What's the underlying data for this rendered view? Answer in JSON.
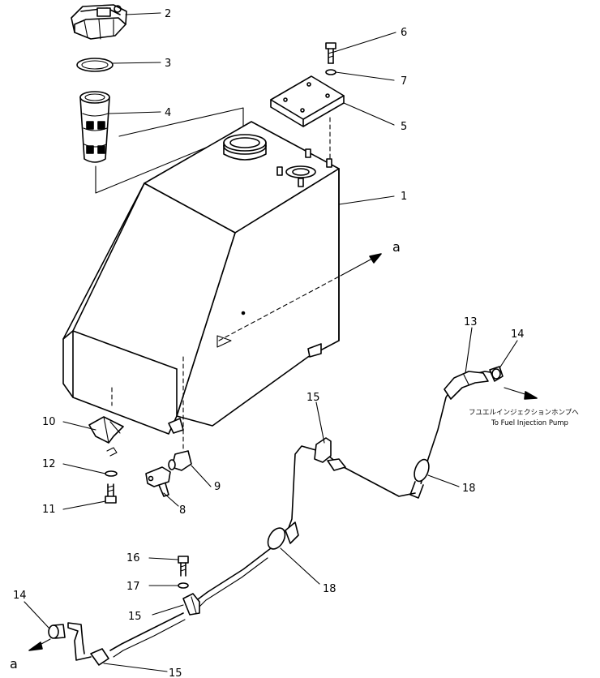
{
  "callouts": {
    "c1": "1",
    "c2": "2",
    "c3": "3",
    "c4": "4",
    "c5": "5",
    "c6": "6",
    "c7": "7",
    "c8": "8",
    "c9": "9",
    "c10": "10",
    "c11": "11",
    "c12": "12",
    "c13": "13",
    "c14a": "14",
    "c14b": "14",
    "c15a": "15",
    "c15b": "15",
    "c15c": "15",
    "c16": "16",
    "c17": "17",
    "c18a": "18",
    "c18b": "18"
  },
  "connection_refs": {
    "a_upper": "a",
    "a_lower": "a"
  },
  "destination_note": {
    "japanese": "フユエルインジェクションホンプへ",
    "english": "To Fuel Injection Pump"
  }
}
